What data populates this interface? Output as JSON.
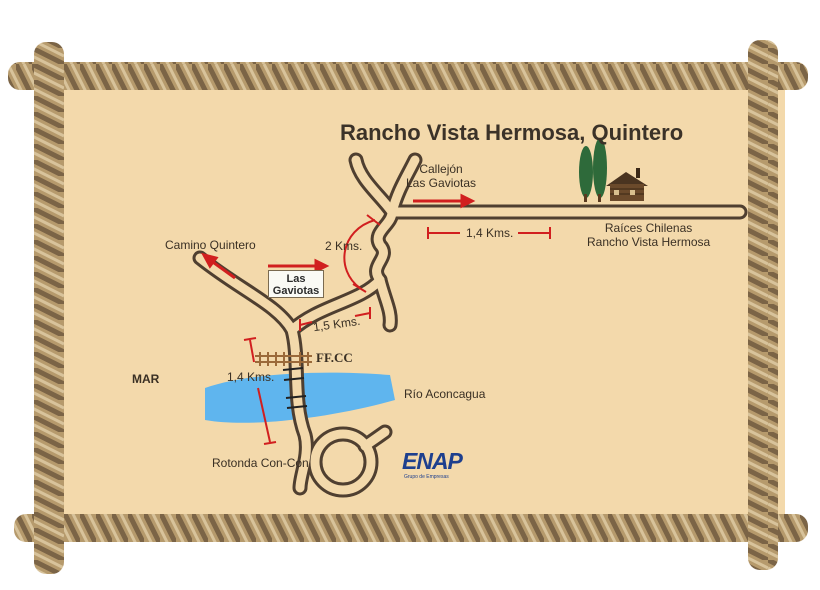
{
  "map": {
    "title": "Rancho Vista Hermosa, Quintero",
    "labels": {
      "callejon_line1": "Callejón",
      "callejon_line2": "Las Gaviotas",
      "raices_line1": "Raíces Chilenas",
      "raices_line2": "Rancho Vista Hermosa",
      "camino_quintero": "Camino Quintero",
      "two_kms": "2 Kms.",
      "one_four_kms_east": "1,4 Kms.",
      "one_five_kms": "1,5 Kms.",
      "one_four_kms_south": "1,4 Kms.",
      "sign_line1": "Las",
      "sign_line2": "Gaviotas",
      "ffcc": "FF.CC",
      "mar": "MAR",
      "rio": "Río Aconcagua",
      "rotonda": "Rotonda Con-Con",
      "logo": "ENAP",
      "logo_sub": "Grupo de Empresas"
    },
    "icons": [
      "rope-frame-icon",
      "cabin-icon",
      "cypress-tree-icon",
      "railway-track-icon",
      "direction-arrow-icon"
    ],
    "colors": {
      "parchment": "#f3d9ab",
      "road_outline": "#4f3f30",
      "arrow_red": "#d11f1f",
      "river": "#5fb5ee",
      "rope": "#b59569"
    }
  }
}
